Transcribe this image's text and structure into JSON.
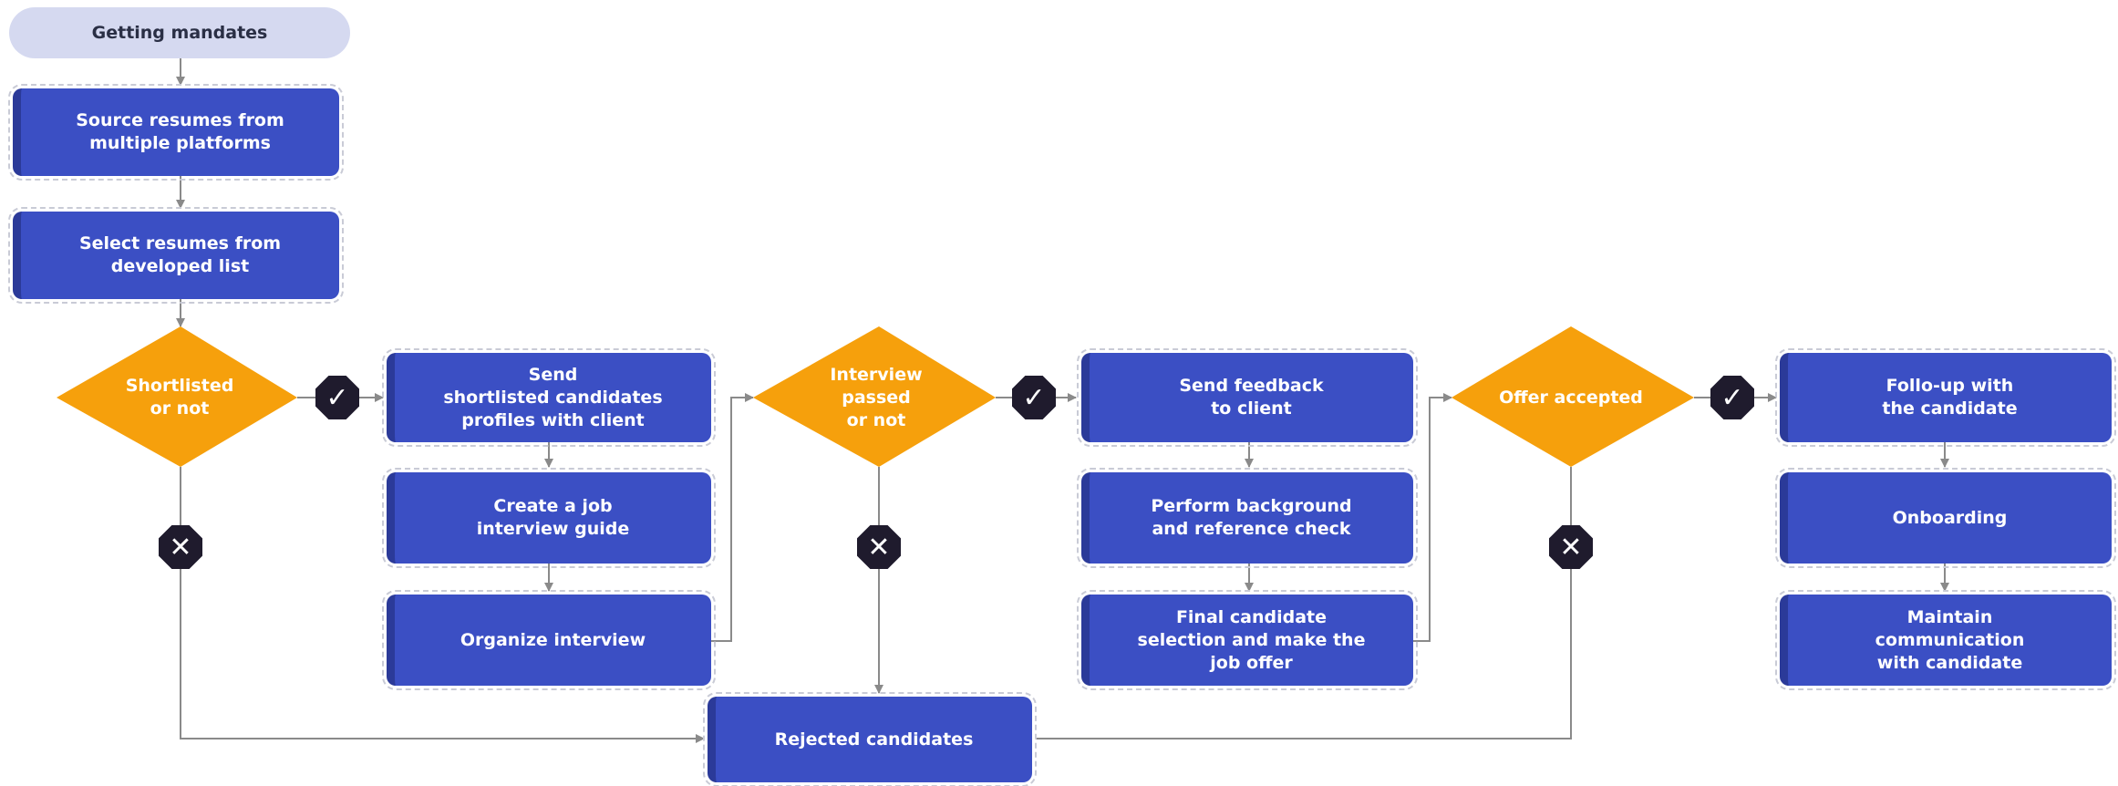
{
  "start": {
    "label": "Getting mandates"
  },
  "steps": {
    "source": "Source resumes from\nmultiple platforms",
    "select": "Select resumes from\ndeveloped list",
    "send_profiles": "Send\nshortlisted candidates\nprofiles with client",
    "create_guide": "Create a job\ninterview guide",
    "organize": "Organize interview",
    "send_feedback": "Send feedback\nto client",
    "background": "Perform background\nand reference check",
    "final_selection": "Final candidate\nselection and make the\njob offer",
    "follow_up": "Follo-up with\nthe candidate",
    "onboarding": "Onboarding",
    "maintain": "Maintain\ncommunication\nwith candidate",
    "rejected": "Rejected candidates"
  },
  "decisions": {
    "shortlisted": "Shortlisted\nor not",
    "interview": "Interview\npassed\nor not",
    "offer": "Offer accepted"
  },
  "icons": {
    "yes": "check-icon",
    "no": "cross-icon"
  },
  "colors": {
    "box": "#3b4fc4",
    "box_border": "#2b3a99",
    "decision": "#f6a00c",
    "pill": "#d5d9f0",
    "marker": "#1f1b2d",
    "connector": "#8a8a8a"
  }
}
